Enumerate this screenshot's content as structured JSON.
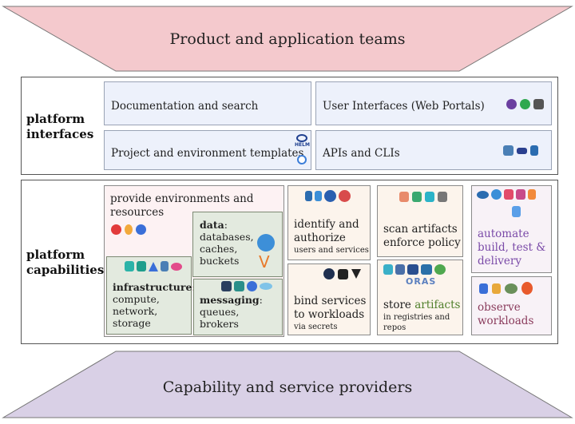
{
  "top_band": {
    "label": "Product and application teams",
    "color": "#f4c9cd"
  },
  "bottom_band": {
    "label": "Capability and service providers",
    "color": "#d9d0e6"
  },
  "interfaces": {
    "label_line1": "platform",
    "label_line2": "interfaces",
    "docs": "Documentation and search",
    "ui": "User Interfaces (Web Portals)",
    "templates": "Project and environment templates",
    "apis": "APIs and CLIs",
    "helm_text": "HELM"
  },
  "capabilities": {
    "label_line1": "platform",
    "label_line2": "capabilities",
    "provide_line1": "provide environments and",
    "provide_line2": "resources",
    "data_title": "data",
    "data_colon": ":",
    "data_desc": [
      "databases,",
      "caches,",
      "buckets"
    ],
    "infra_title": "infrastructure",
    "infra_colon": ":",
    "infra_desc": [
      "compute,",
      "network,",
      "storage"
    ],
    "messaging_title": "messaging",
    "messaging_colon": ":",
    "messaging_desc": [
      "queues,",
      "brokers"
    ],
    "identify_line1": "identify and",
    "identify_line2": "authorize",
    "identify_sub": "users and services",
    "bind_line1": "bind services",
    "bind_line2": "to workloads",
    "bind_sub": "via secrets",
    "scan_line1": "scan artifacts",
    "scan_line2": "enforce policy",
    "store_prefix": "store ",
    "store_word": "artifacts",
    "store_sub_line1": "in registries and",
    "store_sub_line2": "repos",
    "oras_text": "ORAS",
    "automate": [
      "automate",
      "build, test &",
      "delivery"
    ],
    "observe": [
      "observe",
      "workloads"
    ]
  }
}
